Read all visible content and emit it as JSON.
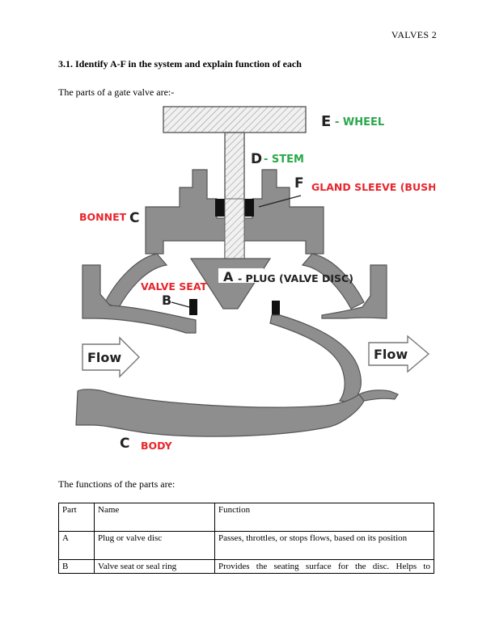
{
  "header": {
    "running_head": "VALVES 2"
  },
  "section": {
    "heading": "3.1. Identify A-F in the system and explain function of each",
    "intro": "The parts of a gate valve are:-",
    "functions_intro": "The functions of the parts are:"
  },
  "figure": {
    "labels": {
      "wheel_letter": "E",
      "wheel": "- WHEEL",
      "stem_letter": "D",
      "stem": "- STEM",
      "gland_letter": "F",
      "gland": "GLAND SLEEVE (BUSH)",
      "bonnet": "BONNET",
      "bonnet_letter": "C",
      "plug_letter": "A",
      "plug": "- PLUG (VALVE DISC)",
      "seat": "VALVE SEAT",
      "seat_letter": "B",
      "flow_left": "Flow",
      "flow_right": "Flow",
      "body_letter": "C",
      "body": "BODY"
    },
    "colors": {
      "red": "#e8262c",
      "green": "#2aa84a",
      "metal": "#8e8e8e",
      "black": "#111111"
    }
  },
  "table": {
    "headers": [
      "Part",
      "Name",
      "Function"
    ],
    "rows": [
      [
        "A",
        "Plug or valve disc",
        "Passes, throttles, or stops flows, based on its position"
      ],
      [
        "B",
        "Valve seat or seal ring",
        "Provides the seating surface for the disc. Helps to"
      ]
    ]
  }
}
